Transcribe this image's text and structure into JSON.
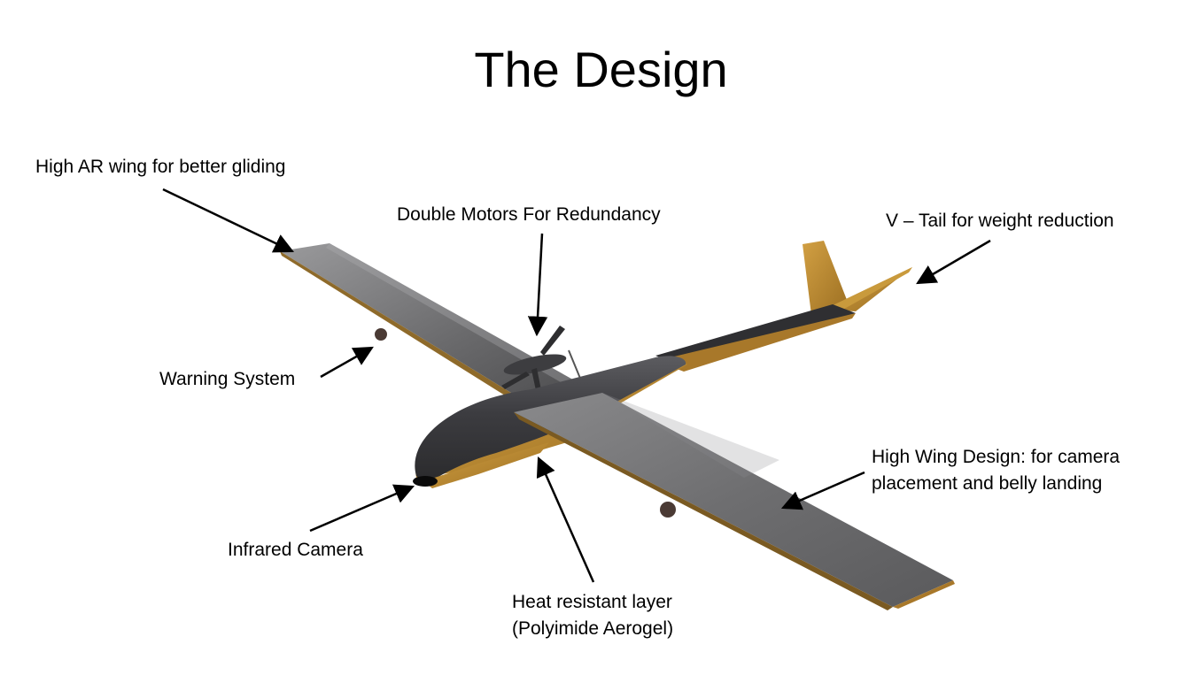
{
  "slide": {
    "title": "The Design"
  },
  "labels": {
    "high_ar_wing": "High AR wing for better gliding",
    "double_motors": "Double Motors For Redundancy",
    "v_tail": "V – Tail for weight reduction",
    "warning_system": "Warning System",
    "high_wing_line1": "High Wing Design: for camera",
    "high_wing_line2": "placement and belly landing",
    "infrared_camera": "Infrared Camera",
    "heat_layer_line1": "Heat resistant layer",
    "heat_layer_line2": "(Polyimide Aerogel)"
  },
  "colors": {
    "wing_grey": "#6d6d6d",
    "fuselage_dark": "#3a3a3c",
    "insulation_gold": "#b8862d",
    "arrow": "#000000"
  }
}
